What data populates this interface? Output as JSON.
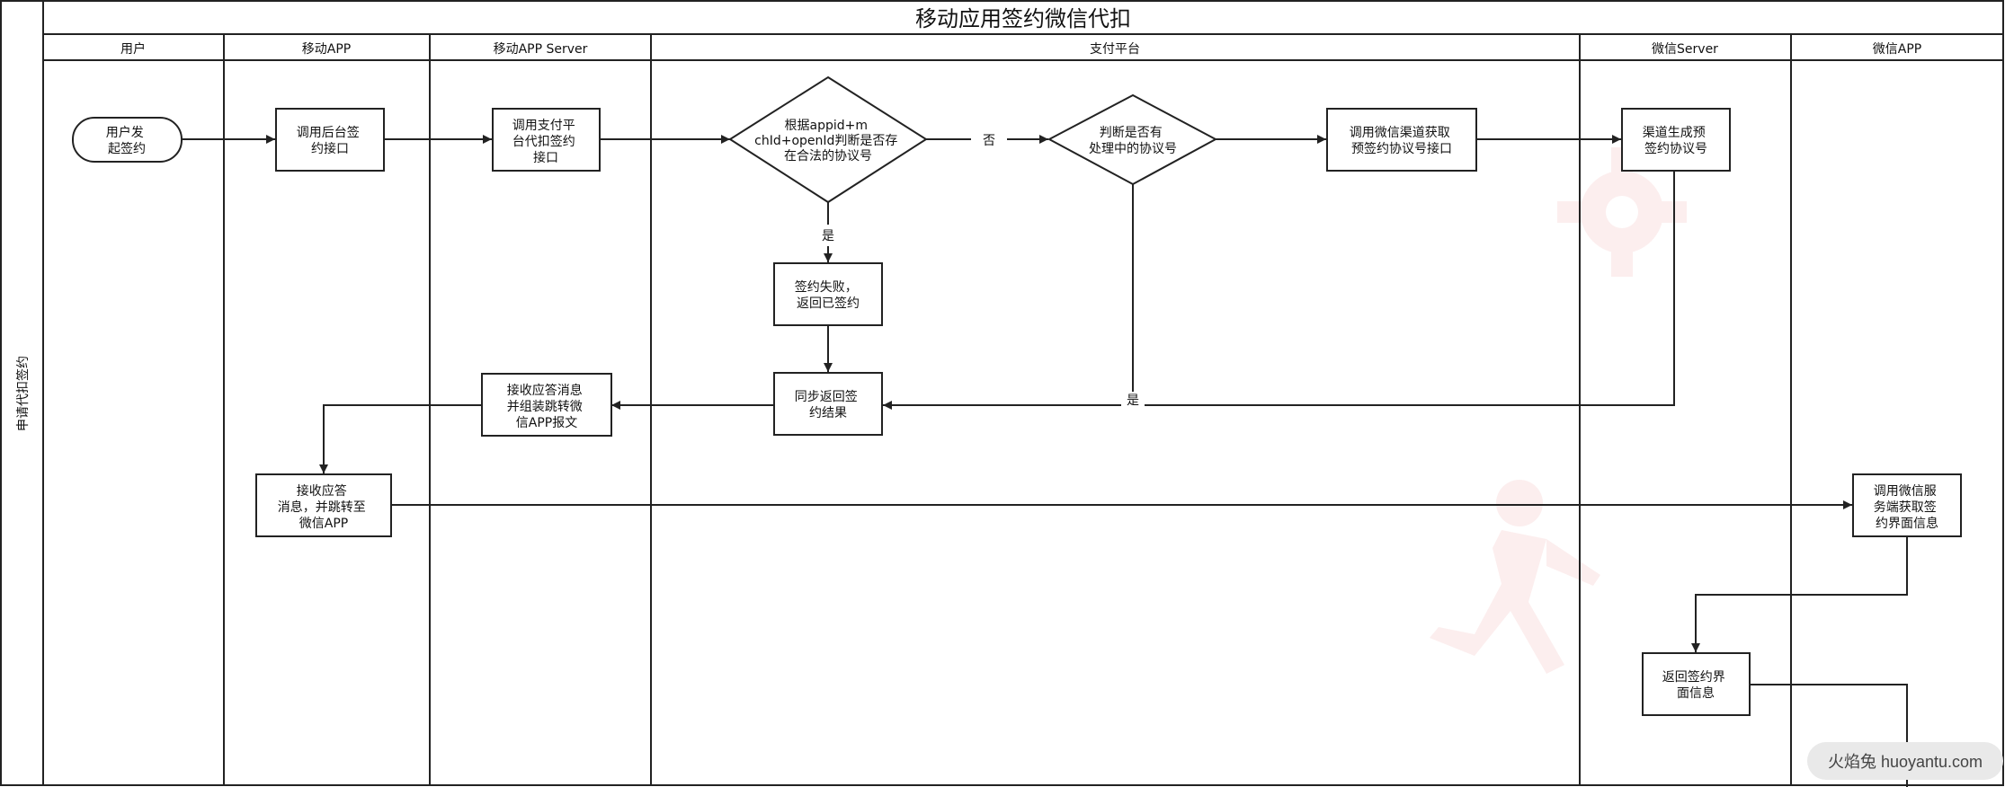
{
  "title": "移动应用签约微信代扣",
  "pool_label": "申请代扣签约",
  "lanes": [
    "用户",
    "移动APP",
    "移动APP Server",
    "支付平台",
    "微信Server",
    "微信APP"
  ],
  "nodes": {
    "user_start": [
      "用户发",
      "起签约"
    ],
    "call_backend": [
      "调用后台签",
      "约接口"
    ],
    "call_pay_api": [
      "调用支付平",
      "台代扣签约",
      "接口"
    ],
    "decision_exists": [
      "根据appid+m",
      "chId+openId判断是否存",
      "在合法的协议号"
    ],
    "decision_processing": [
      "判断是否有",
      "处理中的协议号"
    ],
    "call_wechat_channel": [
      "调用微信渠道获取",
      "预签约协议号接口"
    ],
    "channel_generate": [
      "渠道生成预",
      "签约协议号"
    ],
    "sign_fail": [
      "签约失败，",
      "返回已签约"
    ],
    "sync_return": [
      "同步返回签",
      "约结果"
    ],
    "receive_assemble": [
      "接收应答消息",
      "并组装跳转微",
      "信APP报文"
    ],
    "receive_jump": [
      "接收应答",
      "消息，并跳转至",
      "微信APP"
    ],
    "call_wechat_service": [
      "调用微信服",
      "务端获取签",
      "约界面信息"
    ],
    "return_sign_page": [
      "返回签约界",
      "面信息"
    ]
  },
  "edge_labels": {
    "no": "否",
    "yes": "是",
    "yes_processing": "是"
  },
  "watermark": "火焰兔 huoyantu.com"
}
